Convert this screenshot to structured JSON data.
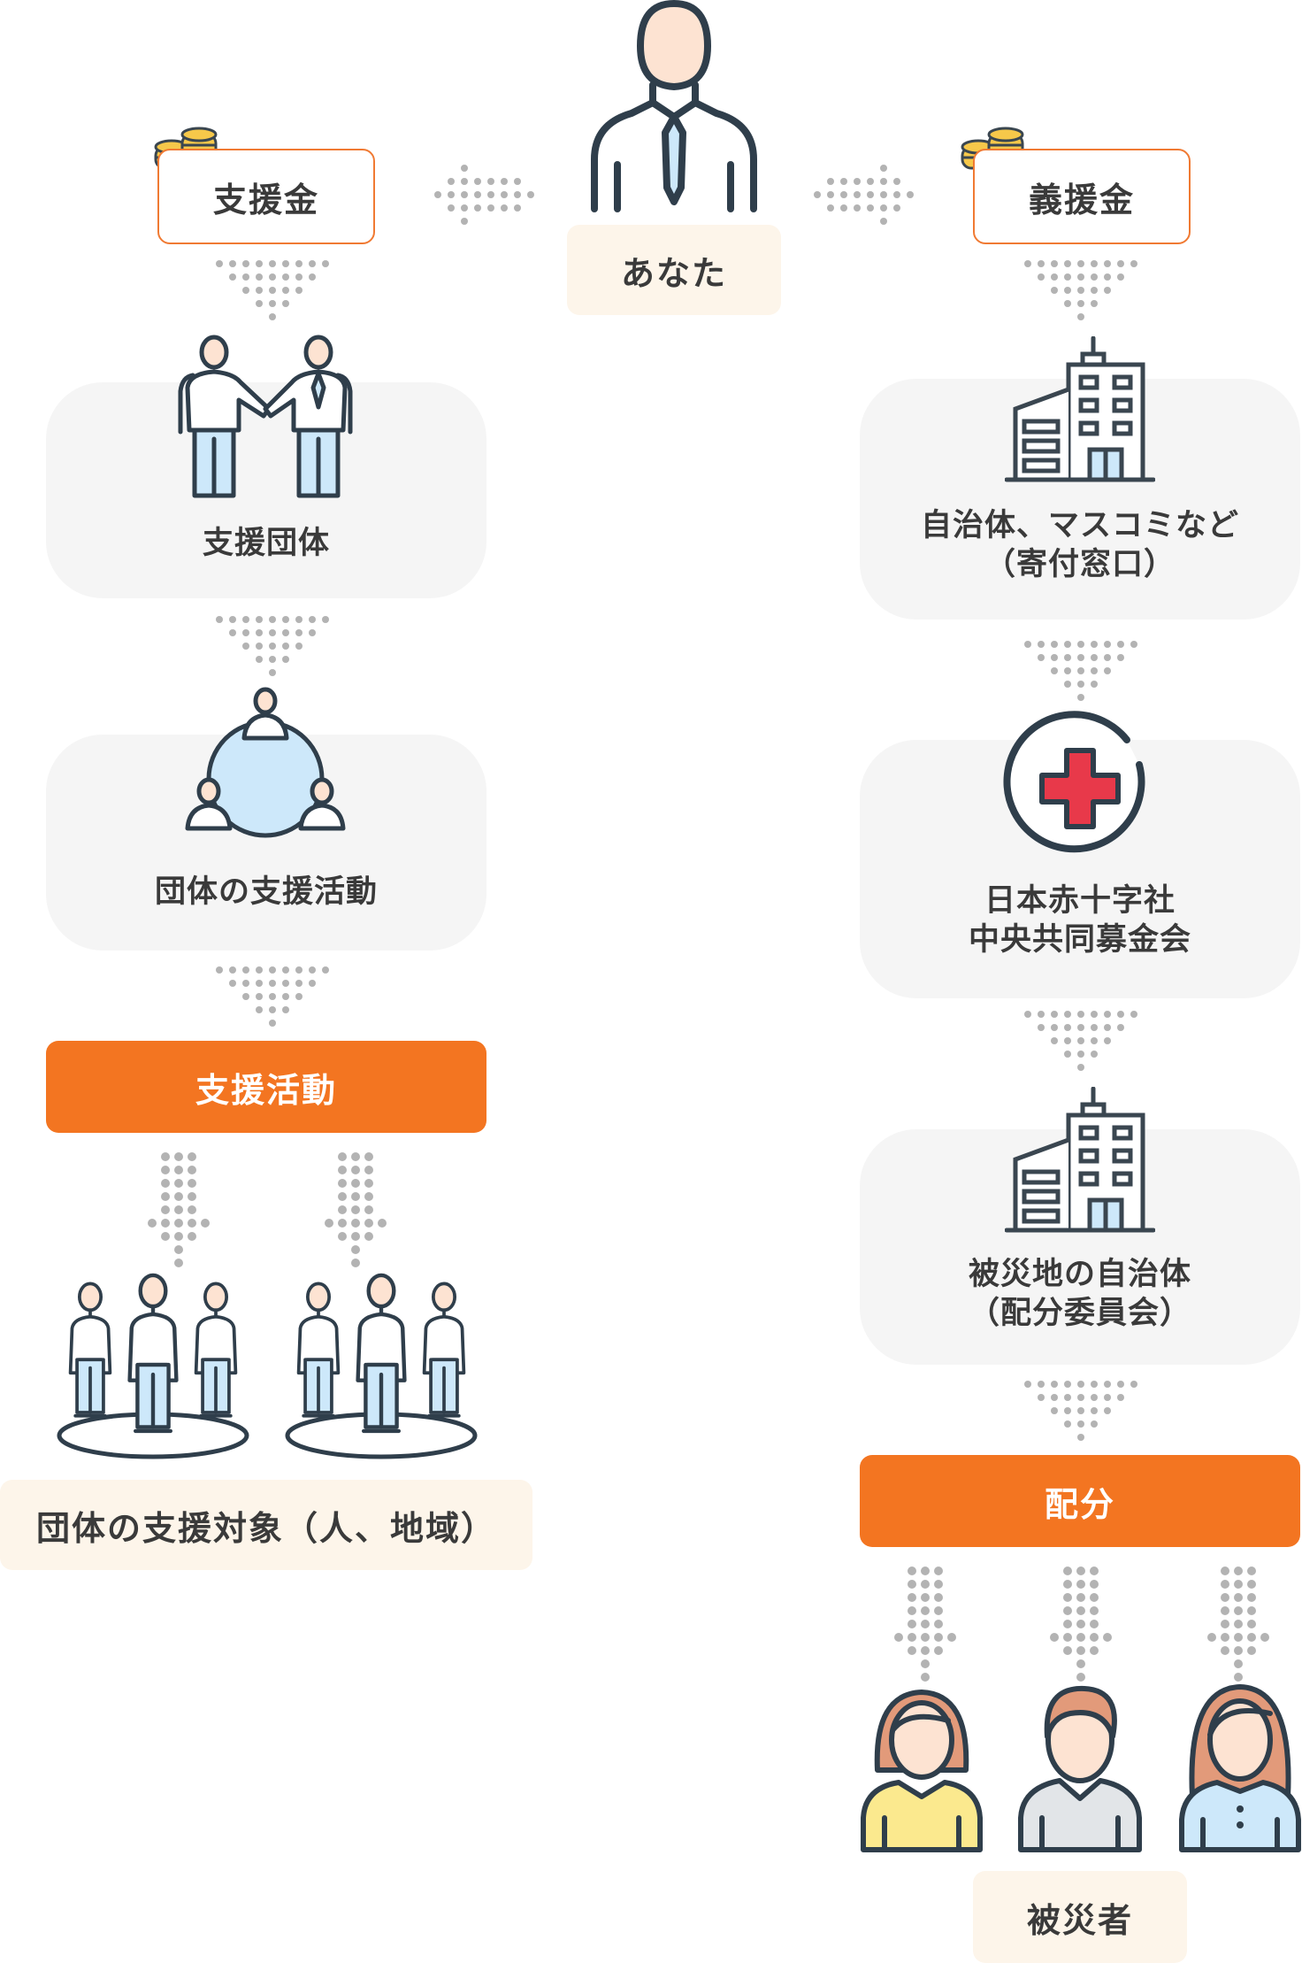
{
  "you": {
    "label": "あなた"
  },
  "left": {
    "funds_label": "支援金",
    "org_label": "支援団体",
    "activity_label": "団体の支援活動",
    "bar_label": "支援活動",
    "target_label": "団体の支援対象（人、地域）"
  },
  "right": {
    "funds_label": "義援金",
    "window_label_1": "自治体、マスコミなど",
    "window_label_2": "（寄付窓口）",
    "redcross_label_1": "日本赤十字社",
    "redcross_label_2": "中央共同募金会",
    "local_gov_label_1": "被災地の自治体",
    "local_gov_label_2": "（配分委員会）",
    "bar_label": "配分",
    "victims_label": "被災者"
  },
  "colors": {
    "accent": "#f37521",
    "outline": "#f07a33",
    "cream": "#fdf5ea",
    "card": "#f5f5f5",
    "dots": "#b3b3b3",
    "icon_blue": "#cde8fa",
    "cross_red": "#e8394a"
  },
  "icons": [
    "coins-icon",
    "businessman-icon",
    "handshake-icon",
    "team-circle-icon",
    "building-icon",
    "red-cross-icon",
    "people-group-icon",
    "woman-icon",
    "man-icon",
    "long-hair-woman-icon",
    "dotted-arrow-icon"
  ]
}
